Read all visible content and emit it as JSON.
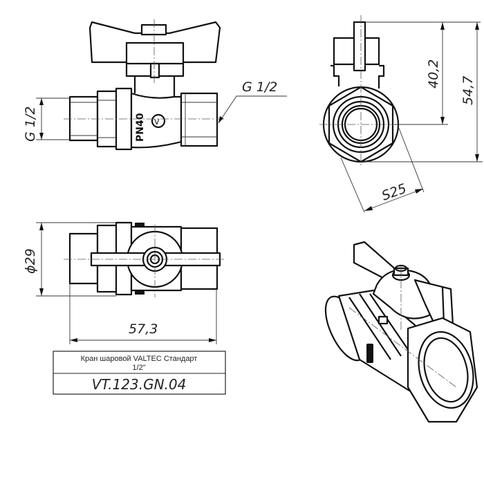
{
  "drawing": {
    "product_name": "Кран шаровой VALTEC Стандарт",
    "size": "1/2\"",
    "article_code": "VT.123.GN.04",
    "body_marking": "PN40",
    "logo_glyph": "V"
  },
  "dimensions": {
    "thread_male": "G 1/2",
    "thread_female": "G 1/2",
    "height_to_axis": "40,2",
    "total_height": "54,7",
    "wrench_size": "S25",
    "body_diameter": "ϕ29",
    "total_length": "57,3"
  },
  "views": [
    {
      "name": "front-view"
    },
    {
      "name": "side-view"
    },
    {
      "name": "top-view"
    },
    {
      "name": "isometric-view"
    }
  ],
  "colors": {
    "line": "#111111",
    "background": "#ffffff"
  }
}
